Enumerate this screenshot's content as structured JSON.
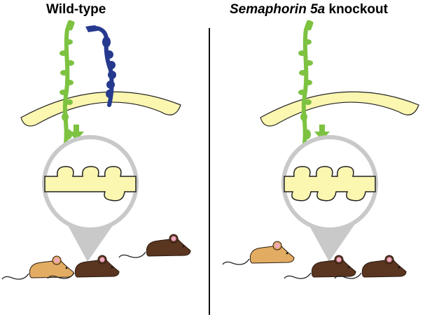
{
  "figure": {
    "left_panel": {
      "title": "Wild-type"
    },
    "right_panel": {
      "title_italic": "Semaphorin 5a",
      "title_rest": " knockout"
    }
  },
  "colors": {
    "green_protein": "#7dc241",
    "blue_protein": "#253a8f",
    "membrane": "#fbf6b0",
    "cone_gray": "#c9c9c9",
    "arrow_green": "#7dc241",
    "dark_mouse": "#5a3520",
    "light_mouse": "#e2ac62",
    "ear_pink": "#f0a8c0"
  },
  "icons": [
    "green-protein-chain",
    "blue-protein-chain",
    "membrane-arc",
    "down-arrow",
    "magnifier-cone",
    "dendrite-spines",
    "mouse"
  ]
}
